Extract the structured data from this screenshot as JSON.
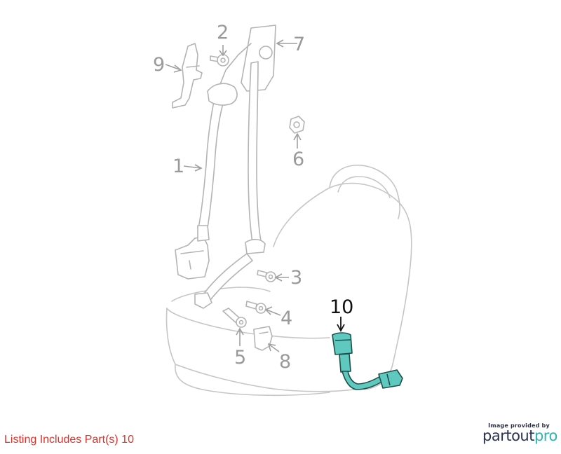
{
  "callouts": {
    "c1": "1",
    "c2": "2",
    "c3": "3",
    "c4": "4",
    "c5": "5",
    "c6": "6",
    "c7": "7",
    "c8": "8",
    "c9": "9",
    "c10": "10"
  },
  "highlighted_part": "10",
  "listing_note": "Listing Includes Part(s) 10",
  "brand": {
    "caption": "Image provided by",
    "logo_part1": "partout",
    "logo_part2": "pro"
  },
  "colors": {
    "highlight_fill": "#5fc9c0",
    "note_text": "#e0302a",
    "part_outline": "#b4b4b4"
  }
}
